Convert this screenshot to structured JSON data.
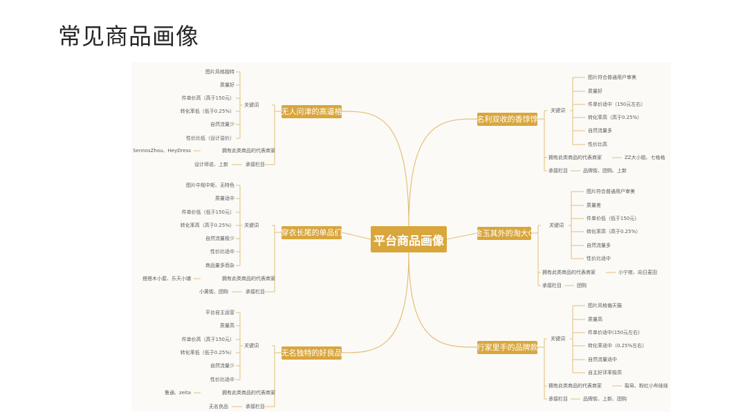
{
  "page": {
    "title": "常见商品画像"
  },
  "mindmap": {
    "central": "平台商品画像",
    "branches": [
      {
        "label": "无人问津的高逼格",
        "keywords_label": "关键词",
        "keywords": [
          "图片风格独特",
          "质量好",
          "件单价高（高于150元）",
          "转化率低（低于0.25%）",
          "自然流量少",
          "性价比低（设计溢价）"
        ],
        "merchants_label": "拥有此类商品的代表商家",
        "merchants": "SennosZhou、HeyDress",
        "channel_label": "承接栏目",
        "channel": "设计师说、上新"
      },
      {
        "label": "穿衣长尾的单品们",
        "keywords_label": "关键词",
        "keywords": [
          "图片中规中矩、无特色",
          "质量适中",
          "件单价低（低于150元）",
          "转化率高（高于0.25%）",
          "自然流量极少",
          "性价比适中",
          "商品量多而杂"
        ],
        "merchants_label": "拥有此类商品的代表商家",
        "merchants": "搭搭木小屋、乐天小铺",
        "channel_label": "承接栏目",
        "channel": "小黄街、团购"
      },
      {
        "label": "无名独特的好良品",
        "keywords_label": "关键词",
        "keywords": [
          "平台自主运营",
          "质量高",
          "件单价高（高于150元）",
          "转化率低（低于0.25%）",
          "自然流量少",
          "性价比适中"
        ],
        "merchants_label": "拥有此类商品的代表商家",
        "merchants": "鲁通、zeita",
        "channel_label": "承接栏目",
        "channel": "无名良品"
      },
      {
        "label": "名利双收的香饽饽",
        "keywords_label": "关键词",
        "keywords": [
          "图片符合普通用户审美",
          "质量好",
          "件单价适中（150元左右）",
          "转化率高（高于0.25%）",
          "自然流量多",
          "性价比高"
        ],
        "merchants_label": "拥有此类商品的代表商家",
        "merchants": "ZZ大小姐、七格格",
        "channel_label": "承接栏目",
        "channel": "品牌街、团购、上新"
      },
      {
        "label": "金玉其外的淘大C",
        "keywords_label": "关键词",
        "keywords": [
          "图片符合普通用户审美",
          "质量差",
          "件单价低（低于150元）",
          "转化率高（高于0.25%）",
          "自然流量多",
          "性价比适中"
        ],
        "merchants_label": "拥有此类商品的代表商家",
        "merchants": "小宁夜、向日麦田",
        "channel_label": "承接栏目",
        "channel": "团购"
      },
      {
        "label": "行家里手的品牌款",
        "keywords_label": "关键词",
        "keywords": [
          "图片风格偏天猫",
          "质量高",
          "件单价适中(150元左右)",
          "转化率适中（0.25%左右）",
          "自然流量适中",
          "自主好评率极高"
        ],
        "merchants_label": "拥有此类商品的代表商家",
        "merchants": "裂帛、粉红小布娃娃",
        "channel_label": "承接栏目",
        "channel": "品牌街、上新、团购"
      }
    ]
  },
  "colors": {
    "accent": "#d9a63c",
    "line": "#e2bf74",
    "text": "#5a5a5a",
    "title": "#262626"
  }
}
